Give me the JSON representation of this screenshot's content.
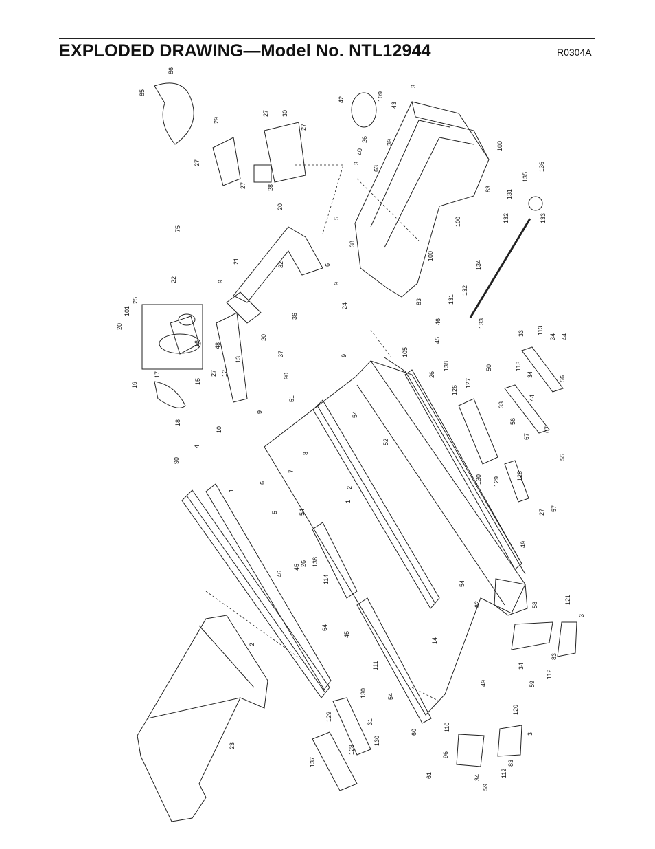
{
  "header": {
    "title": "EXPLODED DRAWING—Model No. NTL12944",
    "code": "R0304A"
  },
  "part_labels": {
    "p1": "1",
    "p2": "2",
    "p3": "3",
    "p4": "4",
    "p5": "5",
    "p6": "6",
    "p7": "7",
    "p8": "8",
    "p9": "9",
    "p10": "10",
    "p12": "12",
    "p13": "13",
    "p14": "14",
    "p15": "15",
    "p16": "16",
    "p17": "17",
    "p18": "18",
    "p19": "19",
    "p20": "20",
    "p21": "21",
    "p22": "22",
    "p23": "23",
    "p24": "24",
    "p25": "25",
    "p26": "26",
    "p27": "27",
    "p28": "28",
    "p29": "29",
    "p30": "30",
    "p31": "31",
    "p32": "32",
    "p33": "33",
    "p34": "34",
    "p36": "36",
    "p37": "37",
    "p38": "38",
    "p39": "39",
    "p40": "40",
    "p42": "42",
    "p43": "43",
    "p44": "44",
    "p45": "45",
    "p46": "46",
    "p48": "48",
    "p49": "49",
    "p50": "50",
    "p51": "51",
    "p52": "52",
    "p54": "54",
    "p55": "55",
    "p56": "56",
    "p57": "57",
    "p58": "58",
    "p59": "59",
    "p60": "60",
    "p61": "61",
    "p62": "62",
    "p63": "63",
    "p64": "64",
    "p67": "67",
    "p75": "75",
    "p83": "83",
    "p85": "85",
    "p86": "86",
    "p90": "90",
    "p96": "96",
    "p100": "100",
    "p101": "101",
    "p105": "105",
    "p109": "109",
    "p110": "110",
    "p111": "111",
    "p112": "112",
    "p113": "113",
    "p114": "114",
    "p120": "120",
    "p121": "121",
    "p126": "126",
    "p127": "127",
    "p128": "128",
    "p129": "129",
    "p130": "130",
    "p131": "131",
    "p132": "132",
    "p133": "133",
    "p134": "134",
    "p135": "135",
    "p136": "136",
    "p137": "137",
    "p138": "138"
  }
}
